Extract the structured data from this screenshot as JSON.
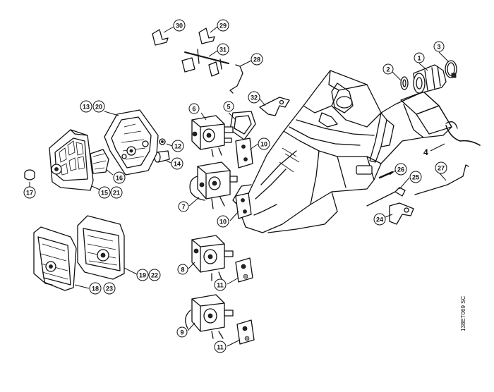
{
  "figure": {
    "reference_code": "138ET069 SC"
  },
  "callouts": {
    "c1": "1",
    "c2": "2",
    "c3": "3",
    "c4": "4",
    "c5": "5",
    "c6": "6",
    "c7": "7",
    "c8": "8",
    "c9": "9",
    "c10a": "10",
    "c10b": "10",
    "c11a": "11",
    "c11b": "11",
    "c12": "12",
    "c13": "13",
    "c14": "14",
    "c15": "15",
    "c16": "16",
    "c17": "17",
    "c18": "18",
    "c19": "19",
    "c20": "20",
    "c21": "21",
    "c22": "22",
    "c23": "23",
    "c24": "24",
    "c25": "25",
    "c26": "26",
    "c27": "27",
    "c28": "28",
    "c29": "29",
    "c30": "30",
    "c31": "31",
    "c32": "32"
  }
}
